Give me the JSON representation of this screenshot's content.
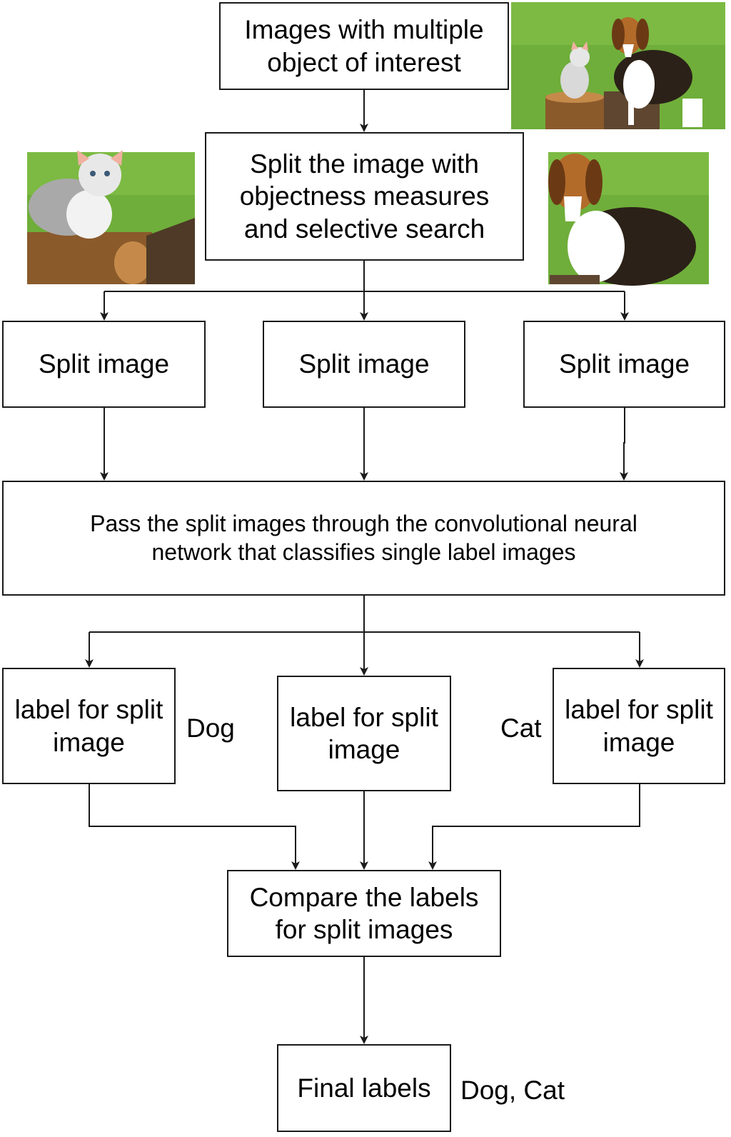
{
  "nodes": {
    "input": "Images with multiple\nobject of interest",
    "split_method": "Split the image with\nobjectness measures\nand selective search",
    "split_1": "Split image",
    "split_2": "Split image",
    "split_3": "Split image",
    "cnn": "Pass the split images through the convolutional neural\nnetwork that classifies single label images",
    "label_1": "label for split\nimage",
    "label_2": "label for split\nimage",
    "label_3": "label for split\nimage",
    "compare": "Compare the labels\nfor split images",
    "final": "Final labels"
  },
  "annotations": {
    "dog": "Dog",
    "cat": "Cat",
    "final_value": "Dog, Cat"
  },
  "photos": {
    "full_scene": "photo-cat-and-dog-on-stump",
    "cat_crop": "photo-cat-on-stump",
    "dog_crop": "photo-beagle"
  },
  "colors": {
    "line": "#1a1a1a",
    "grass": "#6fae3a",
    "wood": "#8a5a2b"
  }
}
